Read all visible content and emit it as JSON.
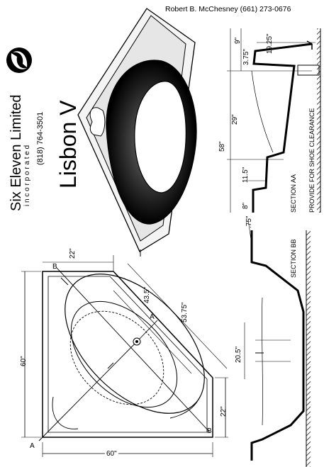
{
  "header": {
    "contact": "Robert B. McChesney  (661) 273-0676"
  },
  "brand": {
    "company": "Six Eleven Limited",
    "incorporated": "i n c o r p o r a t e d",
    "phone": "(818) 764-3501",
    "model": "Lisbon V"
  },
  "plan": {
    "dim_top_22": "22\"",
    "dim_43_5": "43.5\"",
    "dim_53_75": "53.75\"",
    "dim_left_60": "60\"",
    "dim_bottom_60": "60\"",
    "dim_right_22": "22\"",
    "label_A_left": "A",
    "label_A_center": "A",
    "label_B_top": "B",
    "label_B_bottom": "B"
  },
  "sections": {
    "dim_9": "9\"",
    "dim_3_75": "3.75\"",
    "dim_19_25": "19.25\"",
    "dim_29": "29\"",
    "dim_58": "58\"",
    "dim_11_5": "11.5\"",
    "dim_8": "8\"",
    "dim_75": ".75\"",
    "dim_20_5": "20.5\"",
    "section_aa": "SECTION AA",
    "section_bb": "SECTION BB",
    "clearance_note": "PROVIDE FOR SHOE CLEARANCE"
  }
}
